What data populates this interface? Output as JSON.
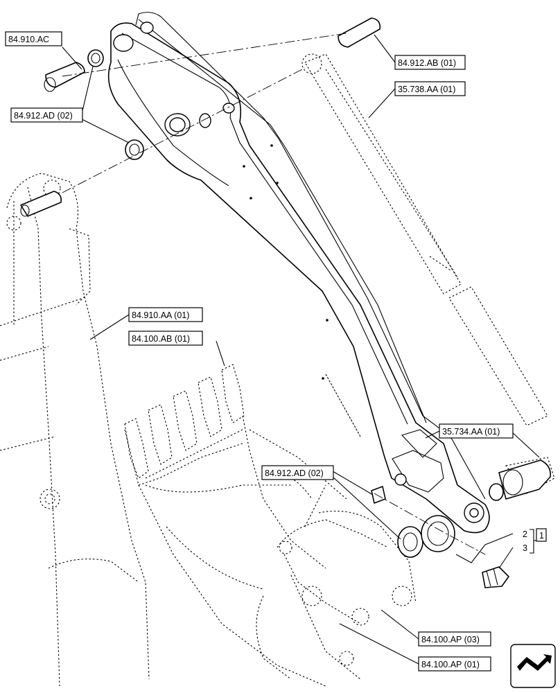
{
  "callouts": {
    "c84910AC": "84.910.AC",
    "c84912AD_top": "84.912.AD (02)",
    "c84912AB": "84.912.AB (01)",
    "c35738AA": "35.738.AA (01)",
    "c84910AA": "84.910.AA (01)",
    "c84100AB": "84.100.AB (01)",
    "c35734AA": "35.734.AA (01)",
    "c84912AD_mid": "84.912.AD (02)",
    "c84100AP03": "84.100.AP (03)",
    "c84100AP01": "84.100.AP (01)"
  },
  "item_numbers": {
    "n2": "2",
    "n3": "3",
    "n1": "1"
  },
  "nav": {
    "icon": "navigation-arrow-icon"
  }
}
